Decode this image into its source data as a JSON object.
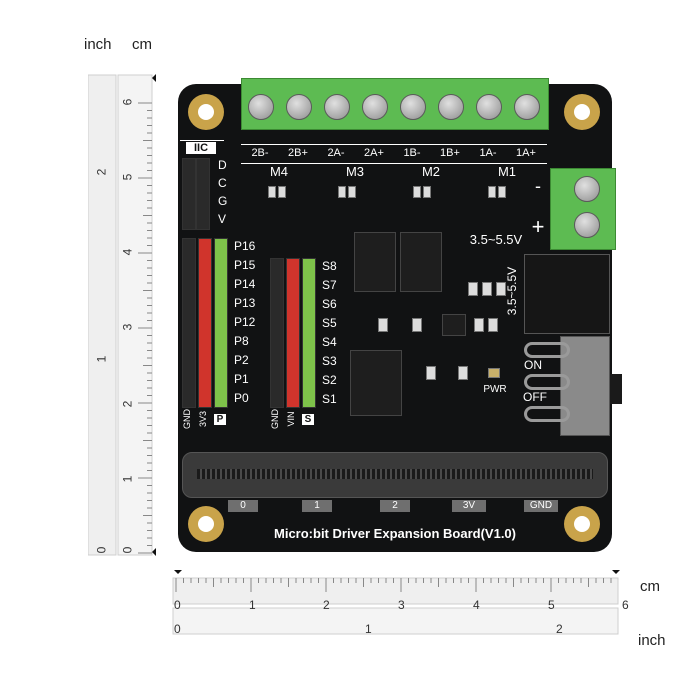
{
  "rulers": {
    "left": {
      "unit_inch": "inch",
      "unit_cm": "cm",
      "inch_ticks": [
        "2",
        "1"
      ],
      "cm_ticks": [
        "6",
        "5",
        "4",
        "3",
        "2",
        "1",
        "0"
      ],
      "zero_label": "0"
    },
    "bottom": {
      "unit_cm": "cm",
      "unit_inch": "inch",
      "cm_ticks": [
        "0",
        "1",
        "2",
        "3",
        "4",
        "5",
        "6"
      ],
      "inch_ticks": [
        "0",
        "1",
        "2"
      ]
    }
  },
  "board": {
    "title": "Micro:bit Driver Expansion Board(V1.0)",
    "motor_terminals": [
      "2B-",
      "2B+",
      "2A-",
      "2A+",
      "1B-",
      "1B+",
      "1A-",
      "1A+"
    ],
    "motor_groups": [
      "M4",
      "M3",
      "M2",
      "M1"
    ],
    "power_labels": {
      "minus": "-",
      "plus": "+",
      "range": "3.5~5.5V",
      "range_vertical": "3.5~5.5V"
    },
    "iic": {
      "label": "IIC",
      "pins": [
        "D",
        "C",
        "G",
        "V"
      ]
    },
    "gpio_pins": [
      "P16",
      "P15",
      "P14",
      "P13",
      "P12",
      "P8",
      "P2",
      "P1",
      "P0"
    ],
    "gpio_header_labels": [
      "GND",
      "3V3",
      "P"
    ],
    "servo_pins": [
      "S8",
      "S7",
      "S6",
      "S5",
      "S4",
      "S3",
      "S2",
      "S1"
    ],
    "servo_header_labels": [
      "GND",
      "VIN",
      "S"
    ],
    "switch": {
      "on": "ON",
      "off": "OFF"
    },
    "pwr_label": "PWR",
    "edge_pads": [
      "0",
      "1",
      "2",
      "3V",
      "GND"
    ]
  },
  "colors": {
    "board": "#111213",
    "terminal": "#5dbb52",
    "header_red": "#d0342c",
    "header_green": "#7ec24a",
    "header_black": "#2a2a2a",
    "mount_hole": "#c9a34a"
  }
}
